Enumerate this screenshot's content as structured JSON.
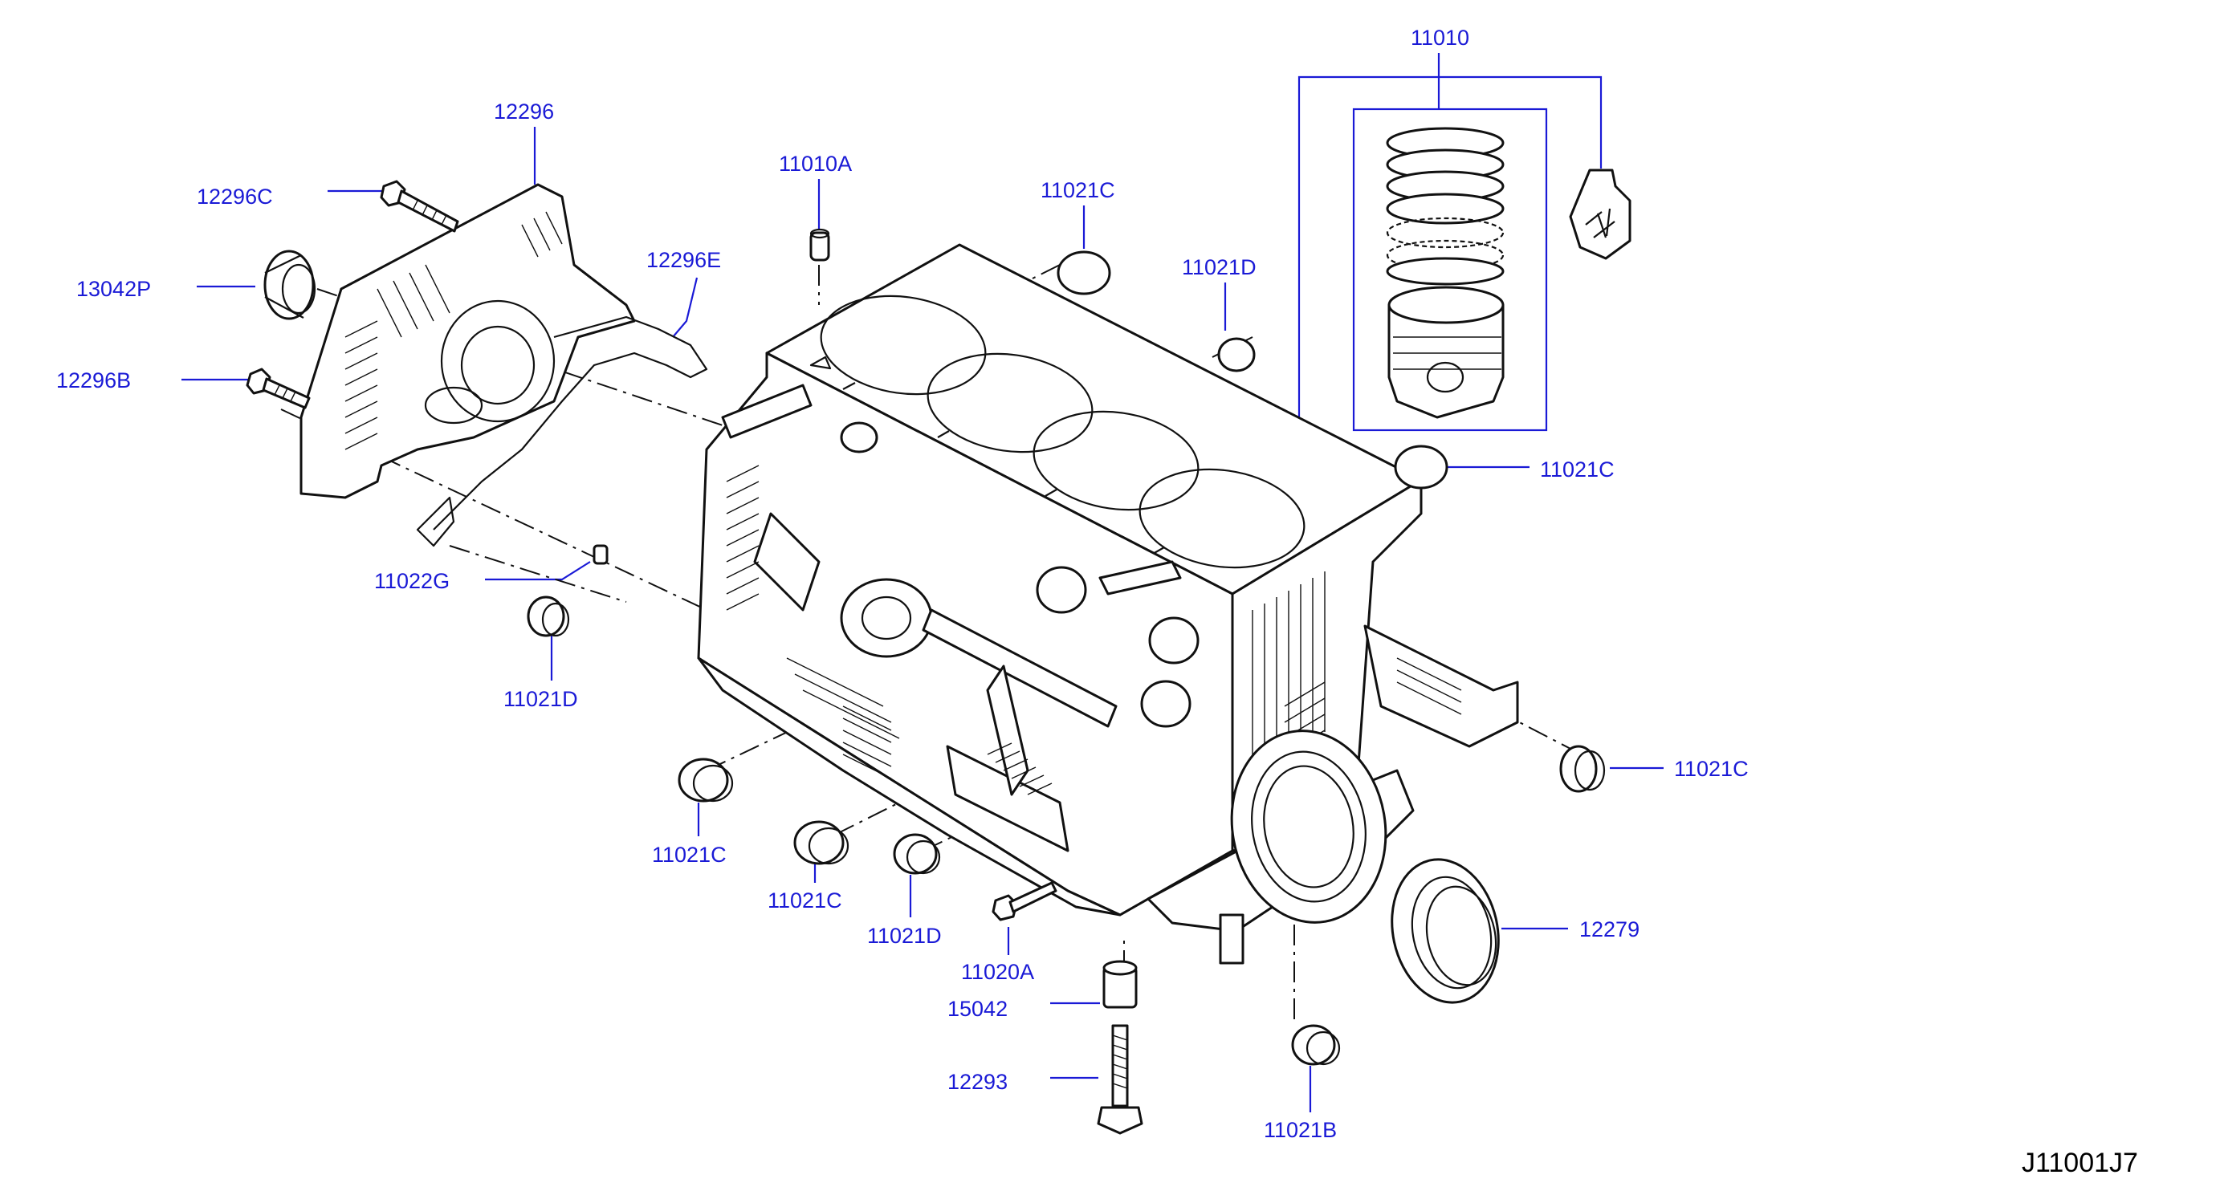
{
  "diagram_code": "J11001J7",
  "colors": {
    "label": "#1a1ad6",
    "line_art": "#111111",
    "background": "#ffffff"
  },
  "parts": {
    "p11010": "11010",
    "p12296": "12296",
    "p11010A": "11010A",
    "p11021C_top": "11021C",
    "p12296C": "12296C",
    "p11021D_top": "11021D",
    "p12296E": "12296E",
    "p13042P": "13042P",
    "p12296B": "12296B",
    "p11021C_right_upper": "11021C",
    "p11022G": "11022G",
    "p11021D_left": "11021D",
    "p11021C_right_lower": "11021C",
    "p11021C_bottom_left": "11021C",
    "p11021C_bottom_mid": "11021C",
    "p11021D_bottom": "11021D",
    "p12279": "12279",
    "p11020A": "11020A",
    "p15042": "15042",
    "p12293": "12293",
    "p11021B": "11021B"
  }
}
